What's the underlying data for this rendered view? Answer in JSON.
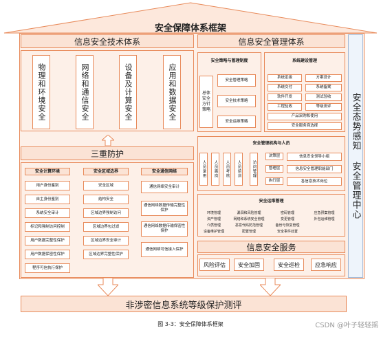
{
  "title": "安全保障体系框架",
  "tech": {
    "title": "信息安全技术体系",
    "columns": [
      "物理和环境安全",
      "网络和通信安全",
      "设备及计算安全",
      "应用和数据安全"
    ],
    "triple": "三重防护",
    "sub": [
      {
        "title": "安全计算环境",
        "items": [
          "用户身份鉴别",
          "自主身份鉴别",
          "系统安全审计",
          "标记和强制访问控制",
          "用户数据完整性保护",
          "用户数据保密性保护",
          "程序可信执行保护"
        ]
      },
      {
        "title": "安全区域边界",
        "items": [
          "安全区域",
          "结构安全",
          "区域边界强制访问",
          "区域边界包过滤",
          "区域边界安全审计",
          "区域边界完整性保护"
        ]
      },
      {
        "title": "安全通信网络",
        "items": [
          "通信网络安全审计",
          "通信网络数据传输完整性保护",
          "通信网络数据传输保密性保护",
          "通信网络可信接入保护"
        ]
      }
    ]
  },
  "mgmt": {
    "title": "信息安全管理体系",
    "policy": {
      "title": "安全策略与管理制度",
      "left": "总体安全方针策略",
      "items": [
        "安全管理策略",
        "安全技术策略",
        "安全运维策略"
      ]
    },
    "build": {
      "title": "系统建设管理",
      "rows": [
        [
          "系统定级",
          "方案设计"
        ],
        [
          "系统交付",
          "系统备案"
        ],
        [
          "软件开发",
          "测试验收"
        ],
        [
          "工程验收",
          "等级测评"
        ]
      ],
      "wide": [
        "产品采购和使用",
        "安全服务商选择"
      ]
    },
    "org": {
      "title": "安全管理机构与人员",
      "people": [
        "人员录用",
        "人员离岗",
        "人员考核",
        "人员培训",
        "访问管理"
      ],
      "layers": [
        "决策层",
        "管理层",
        "执行层"
      ],
      "bodies": [
        "信息安全领导小组",
        "信息安全管理职能部门",
        "各信息技术岗位"
      ]
    },
    "ops": {
      "title": "安全运维管理",
      "rows": [
        [
          "环境管理",
          "漏洞和风险管理",
          "密码管理",
          "应急预案管理"
        ],
        [
          "资产管理",
          "网络和系统安全管理",
          "变更管理",
          "外包运维管理"
        ],
        [
          "介质管理",
          "恶意代码防范管理",
          "备份与恢复管理",
          ""
        ],
        [
          "设备维护管理",
          "配置管理",
          "安全事件处置",
          ""
        ]
      ]
    },
    "service": {
      "title": "信息安全服务",
      "items": [
        "风险评估",
        "安全加固",
        "安全巡检",
        "应急响应"
      ]
    }
  },
  "side": "安全态势感知 安全管理中心",
  "bottom": "非涉密信息系统等级保护测评",
  "caption": "图 3-3：安全保障体系框架",
  "watermark": "CSDN @叶子轻轻摇"
}
